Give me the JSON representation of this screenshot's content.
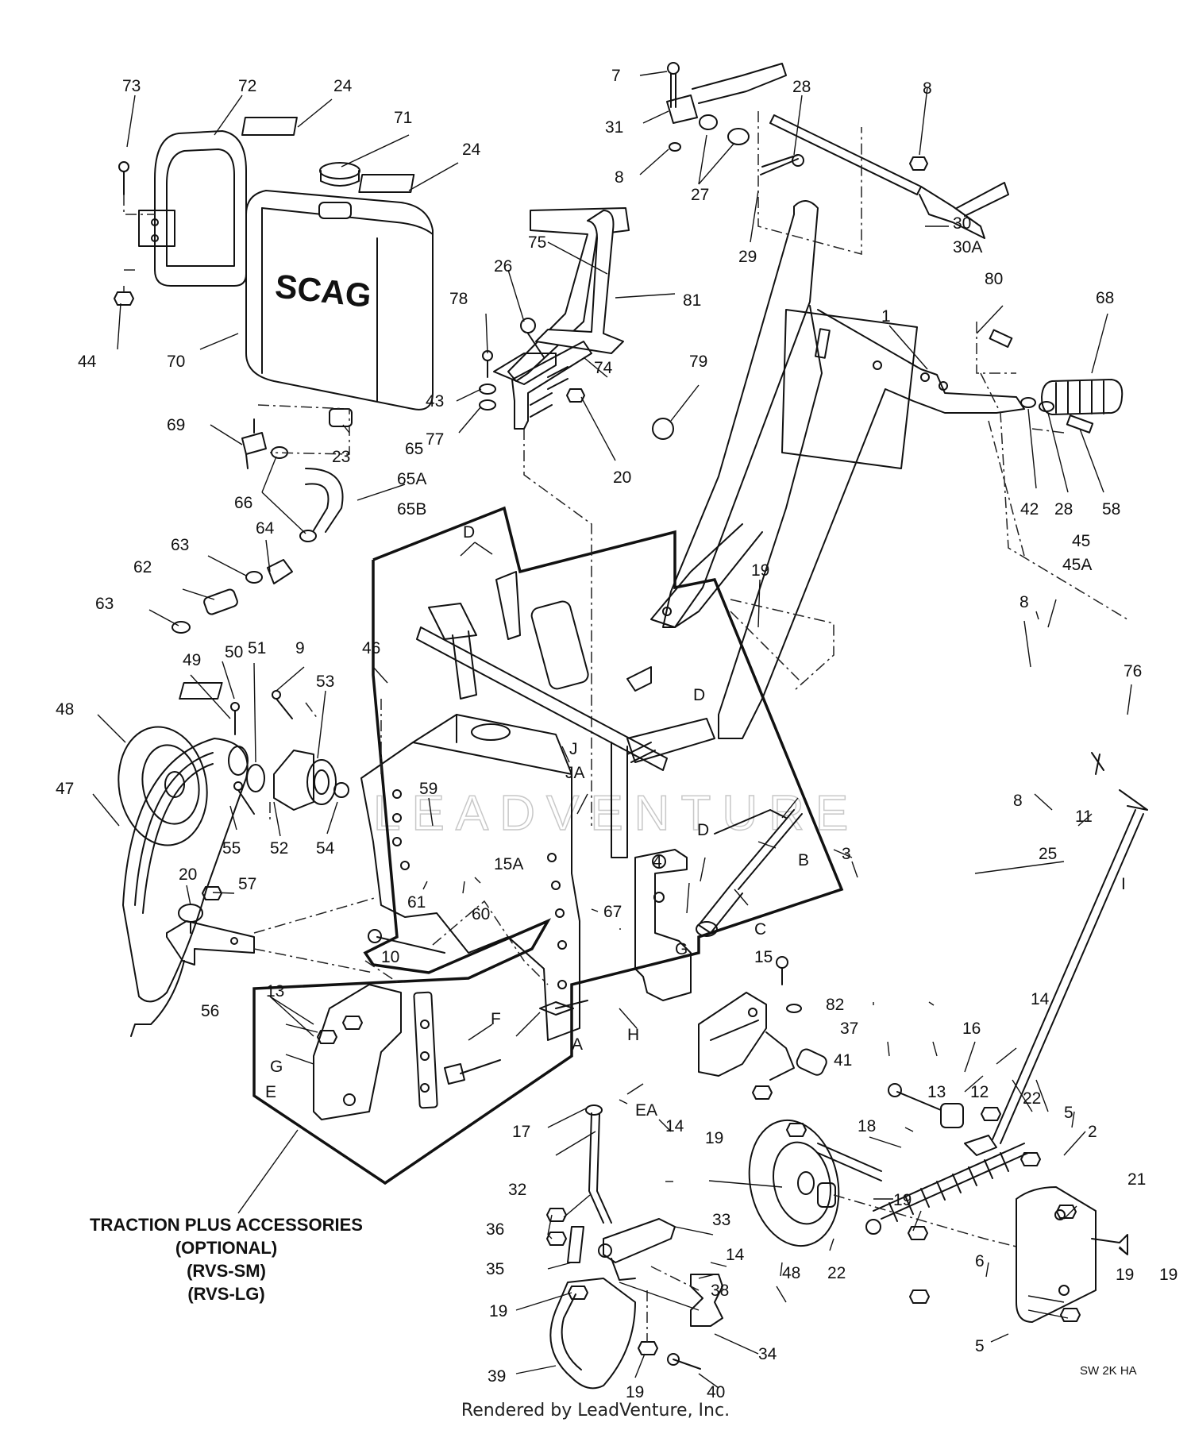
{
  "diagram": {
    "brand_mark": "SCAG",
    "watermark": "LEADVENTURE",
    "drawing_code": "SW 2K HA",
    "credit": "Rendered by LeadVenture, Inc.",
    "accessory_note": {
      "line1": "TRACTION PLUS ACCESSORIES",
      "line2": "(OPTIONAL)",
      "line3": "(RVS-SM)",
      "line4": "(RVS-LG)"
    },
    "callouts": [
      "73",
      "72",
      "24",
      "71",
      "24",
      "44",
      "70",
      "7",
      "31",
      "8",
      "27",
      "28",
      "29",
      "8",
      "30",
      "30A",
      "75",
      "81",
      "26",
      "78",
      "43",
      "77",
      "74",
      "20",
      "79",
      "1",
      "80",
      "68",
      "42",
      "28",
      "58",
      "69",
      "23",
      "66",
      "65",
      "65A",
      "65B",
      "64",
      "63",
      "62",
      "63",
      "D",
      "19",
      "45",
      "45A",
      "8",
      "76",
      "8",
      "50",
      "51",
      "9",
      "46",
      "53",
      "48",
      "49",
      "47",
      "55",
      "52",
      "54",
      "59",
      "D",
      "J",
      "JA",
      "3",
      "25",
      "11",
      "D",
      "4",
      "B",
      "C",
      "15",
      "15A",
      "60",
      "61",
      "57",
      "20",
      "67",
      "G",
      "I",
      "10",
      "56",
      "82",
      "37",
      "41",
      "16",
      "14",
      "13",
      "F",
      "A",
      "H",
      "G",
      "E",
      "EA",
      "14",
      "17",
      "13",
      "12",
      "22",
      "5",
      "19",
      "18",
      "2",
      "21",
      "19",
      "32",
      "19",
      "22",
      "48",
      "6",
      "5",
      "19",
      "33",
      "36",
      "14",
      "35",
      "38",
      "19",
      "34",
      "39",
      "19",
      "40"
    ]
  }
}
